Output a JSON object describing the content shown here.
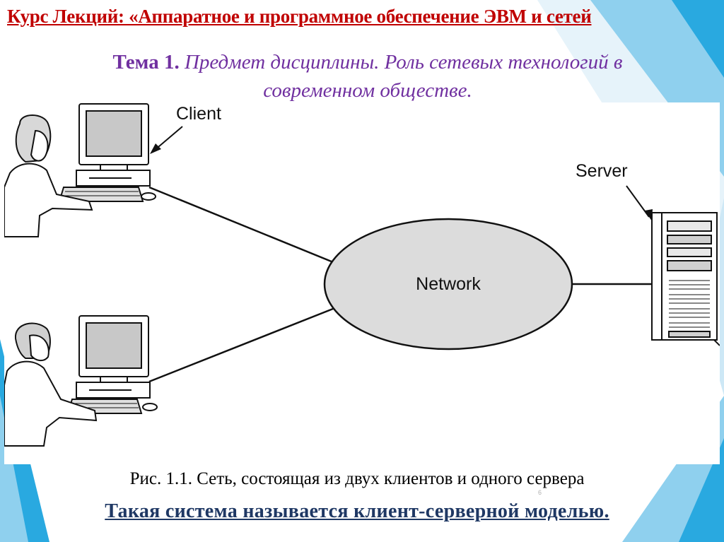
{
  "header": {
    "course_title": "Курс Лекций: «Аппаратное и программное обеспечение ЭВМ и сетей",
    "topic_label": "Тема 1.",
    "topic_text": "Предмет дисциплины. Роль сетевых технологий в современном обществе."
  },
  "figure": {
    "labels": {
      "client": "Client",
      "server": "Server",
      "network": "Network"
    }
  },
  "caption": "Рис. 1.1. Сеть, состоящая из двух клиентов и одного сервера",
  "conclusion": "Такая система называется клиент-серверной моделью.",
  "page_number": "6",
  "colors": {
    "title": "#c00000",
    "subtitle": "#7030a0",
    "conclusion": "#1f3864",
    "accent": "#29a9e0"
  }
}
